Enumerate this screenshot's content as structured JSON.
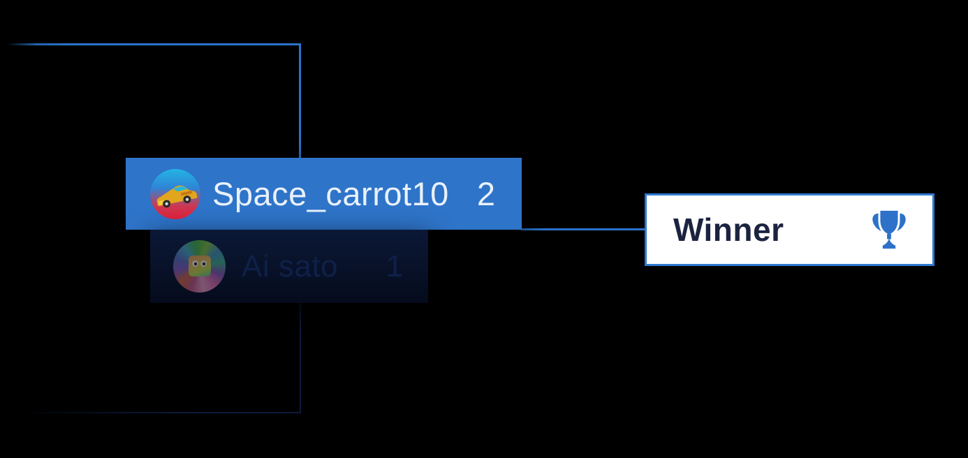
{
  "background_color": "#000000",
  "bracket": {
    "connector_color": "#2b74cc",
    "dim_connector_color": "#0c1b3b",
    "match": {
      "players": [
        {
          "name": "Space_carrot10",
          "score": "2",
          "avatar_icon": "car-avatar",
          "state": "winner",
          "row_color": "#2e74c9",
          "text_color": "#eaf1fb"
        },
        {
          "name": "Ai sato",
          "score": "1",
          "avatar_icon": "puzzle-avatar",
          "state": "eliminated",
          "row_color": "#081128",
          "text_color": "#0f2049"
        }
      ]
    },
    "winner_box": {
      "label": "Winner",
      "border_color": "#2f7ad0",
      "background_color": "#ffffff",
      "text_color": "#1b2340",
      "trophy_icon": "trophy-icon",
      "trophy_color": "#2d72c8"
    }
  }
}
